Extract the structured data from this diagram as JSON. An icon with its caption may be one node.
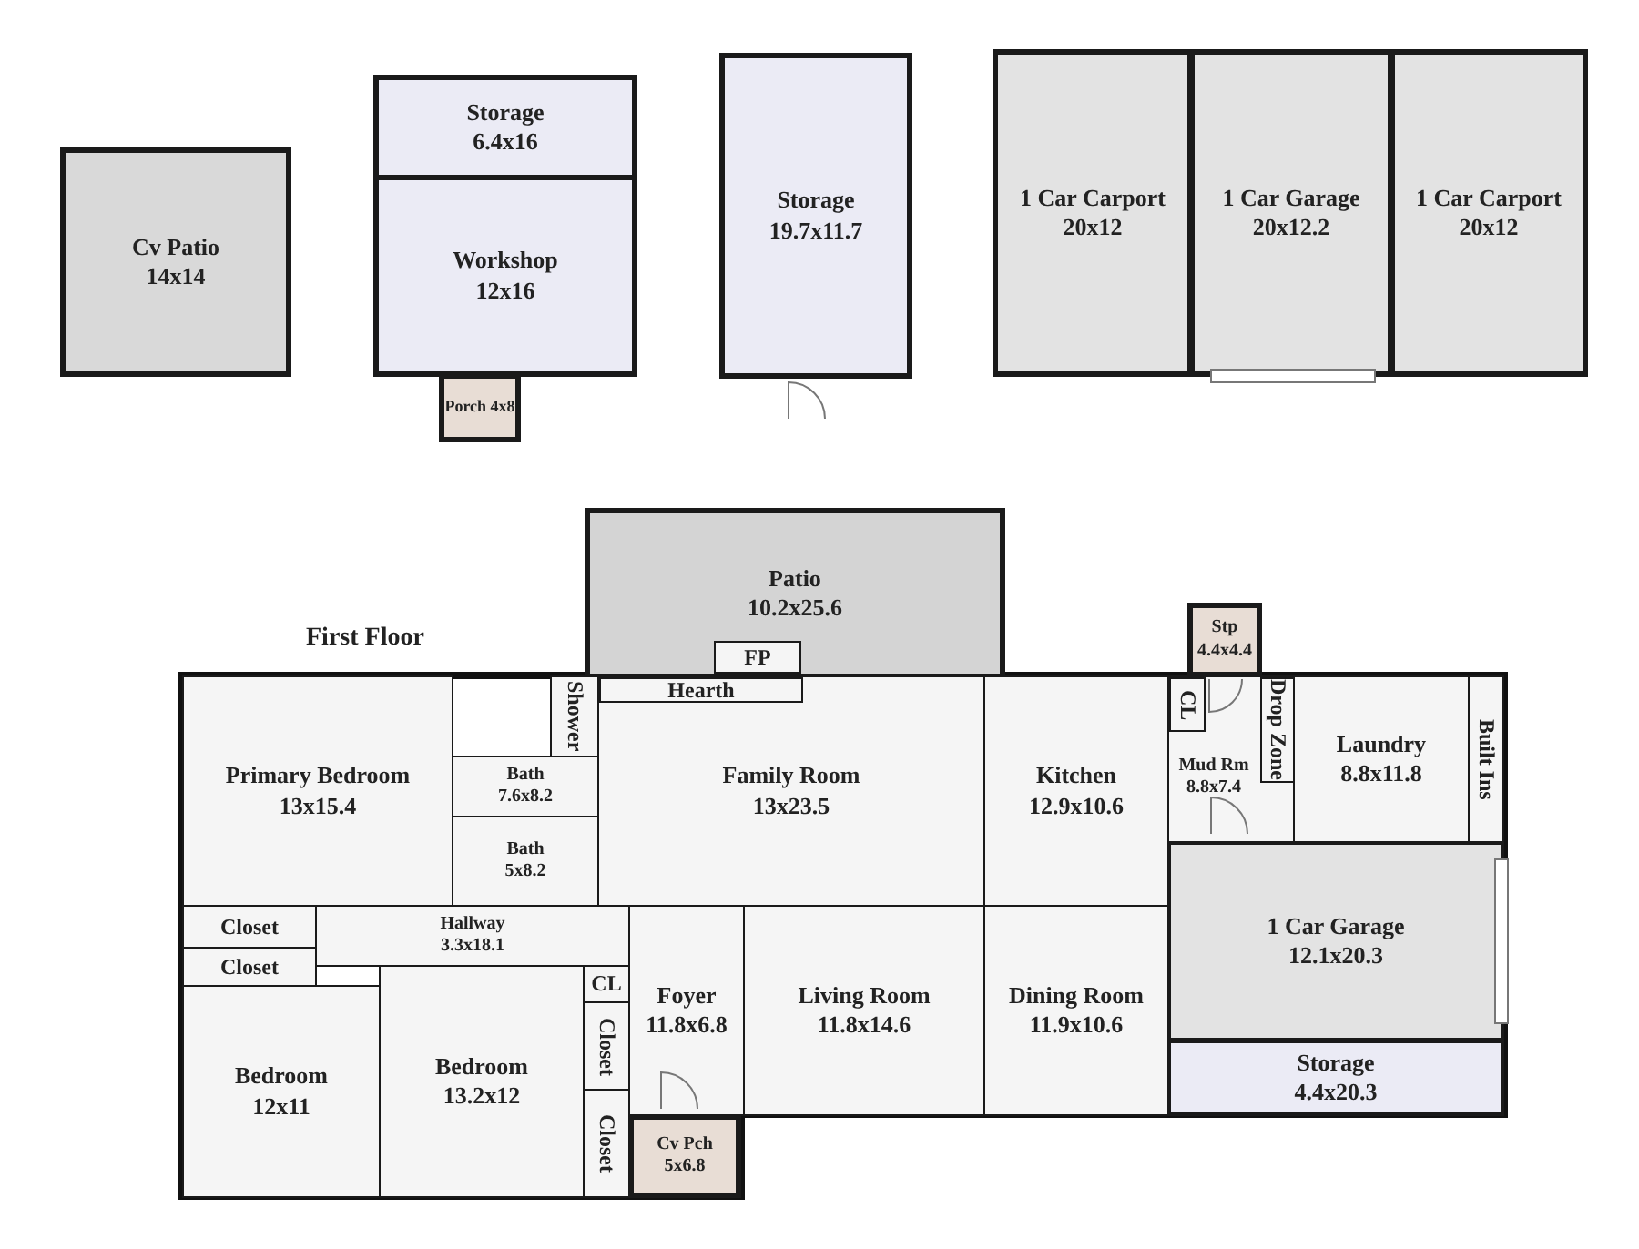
{
  "diagram": {
    "nodes": [
      {
        "text": [
          "Cv Patio",
          "14x14"
        ]
      },
      {
        "text": [
          "Storage",
          "6.4x16"
        ]
      },
      {
        "text": [
          "Workshop",
          "12x16"
        ]
      },
      {
        "text": [
          "Porch 4x8"
        ]
      },
      {
        "text": [
          "Storage",
          "19.7x11.7"
        ]
      },
      {
        "text": [
          "1 Car Carport",
          "20x12"
        ]
      },
      {
        "text": [
          "1 Car Garage",
          "20x12.2"
        ]
      },
      {
        "text": [
          "1 Car Carport",
          "20x12"
        ]
      },
      {
        "text": [
          "Patio",
          "10.2x25.6"
        ]
      },
      {
        "text": [
          "FP"
        ],
        "in": 8
      },
      {
        "text": [
          "Stp",
          "4.4x4.4"
        ]
      },
      {
        "text": [
          "Primary Bedroom",
          "13x15.4"
        ]
      },
      {
        "text": [
          "Shower"
        ]
      },
      {
        "text": [
          "Family Room",
          "13x23.5"
        ]
      },
      {
        "text": [
          "Hearth"
        ],
        "in": 13
      },
      {
        "text": [
          "Kitchen",
          "12.9x10.6"
        ]
      },
      {
        "text": [
          "Mud Rm",
          "8.8x7.4"
        ]
      },
      {
        "text": [
          "CL"
        ],
        "in": 16
      },
      {
        "text": [
          "Drop Zone"
        ],
        "in": 16
      },
      {
        "text": [
          "Laundry",
          "8.8x11.8"
        ]
      },
      {
        "text": [
          "Built Ins"
        ]
      },
      {
        "text": [
          "Bath",
          "7.6x8.2"
        ]
      },
      {
        "text": [
          "Bath",
          "5x8.2"
        ]
      },
      {
        "text": [
          "Closet"
        ]
      },
      {
        "text": [
          "Hallway",
          "3.3x18.1"
        ]
      },
      {
        "text": [
          "Closet"
        ]
      },
      {
        "text": [
          "1 Car Garage",
          "12.1x20.3"
        ]
      },
      {
        "text": [
          "CL"
        ]
      },
      {
        "text": [
          "Foyer",
          "11.8x6.8"
        ]
      },
      {
        "text": [
          "Living Room",
          "11.8x14.6"
        ]
      },
      {
        "text": [
          "Dining Room",
          "11.9x10.6"
        ]
      },
      {
        "text": [
          "Closet"
        ]
      },
      {
        "text": [
          "Storage",
          "4.4x20.3"
        ]
      },
      {
        "text": [
          "Bedroom",
          "12x11"
        ]
      },
      {
        "text": [
          "Bedroom",
          "13.2x12"
        ]
      },
      {
        "text": [
          "Closet"
        ]
      },
      {
        "text": [
          "Cv Pch",
          "5x6.8"
        ]
      }
    ],
    "labels": [
      "First Floor"
    ]
  }
}
